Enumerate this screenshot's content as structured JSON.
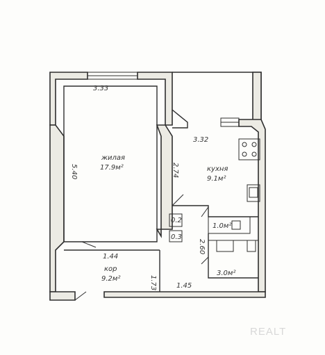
{
  "rooms": {
    "living": {
      "name": "жилая",
      "area": "17.9м²"
    },
    "kitchen": {
      "name": "кухня",
      "area": "9.1м²"
    },
    "corridor": {
      "name": "кор",
      "area": "9.2м²"
    },
    "bath": {
      "area": "3.0м²"
    },
    "wc": {
      "area": "1.0м²"
    }
  },
  "dims": {
    "living_width": "3.33",
    "living_length": "5.40",
    "kitchen_width": "3.32",
    "kitchen_length": "2.74",
    "corridor_width": "1.44",
    "corridor_depth": "1.73",
    "bath_width": "1.45",
    "bath_length": "2.60",
    "closet_a": "0.2",
    "closet_b": "0.3"
  },
  "watermark": "REALT"
}
